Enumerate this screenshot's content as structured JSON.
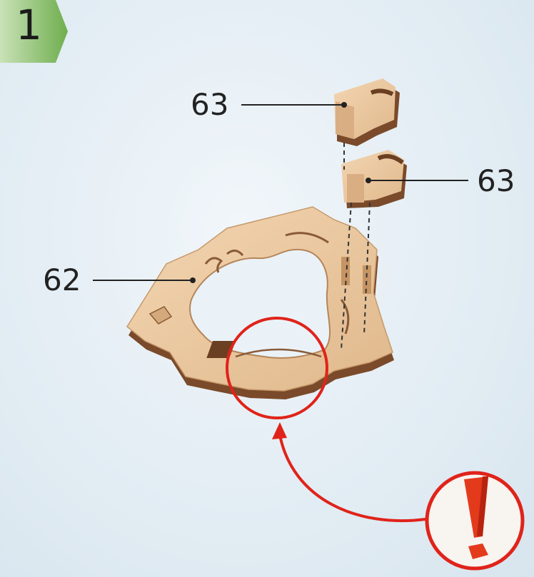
{
  "step": {
    "number": "1"
  },
  "parts": [
    {
      "id": "top-63",
      "label": "63"
    },
    {
      "id": "right-63",
      "label": "63"
    },
    {
      "id": "left-62",
      "label": "62"
    }
  ],
  "warning": {
    "icon": "exclamation-icon"
  },
  "colors": {
    "badge_green": "#79b35a",
    "wood_light": "#e8c49a",
    "wood_dark": "#8a5a36",
    "callout_red": "#e0231a"
  }
}
